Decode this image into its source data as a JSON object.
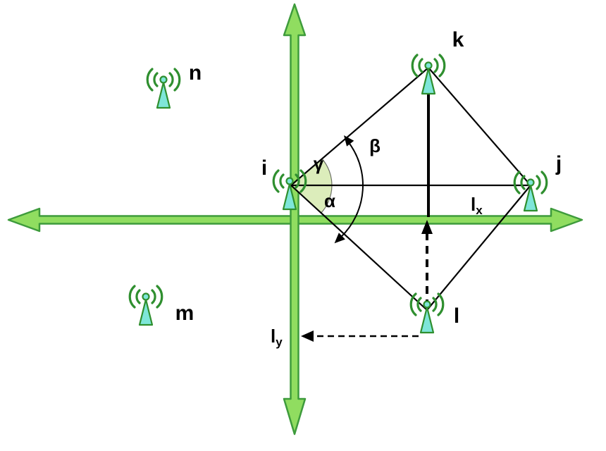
{
  "figure": {
    "type": "wireless-node-geometry-diagram",
    "nodes": [
      {
        "id": "i",
        "label": "i"
      },
      {
        "id": "j",
        "label": "j"
      },
      {
        "id": "k",
        "label": "k"
      },
      {
        "id": "l",
        "label": "l"
      },
      {
        "id": "m",
        "label": "m"
      },
      {
        "id": "n",
        "label": "n"
      }
    ],
    "angles": {
      "alpha": "α",
      "beta": "β",
      "gamma": "γ"
    },
    "measures": {
      "lx": {
        "base": "l",
        "sub": "x"
      },
      "ly": {
        "base": "l",
        "sub": "y"
      }
    },
    "colors": {
      "axis_fill": "#90dd60",
      "axis_stroke": "#3e9b3c",
      "antenna_body": "#7ee6d9",
      "antenna_wave": "#2f8f2f",
      "sector_fill": "#dcedbb",
      "line": "#000000",
      "bg": "#ffffff"
    }
  }
}
